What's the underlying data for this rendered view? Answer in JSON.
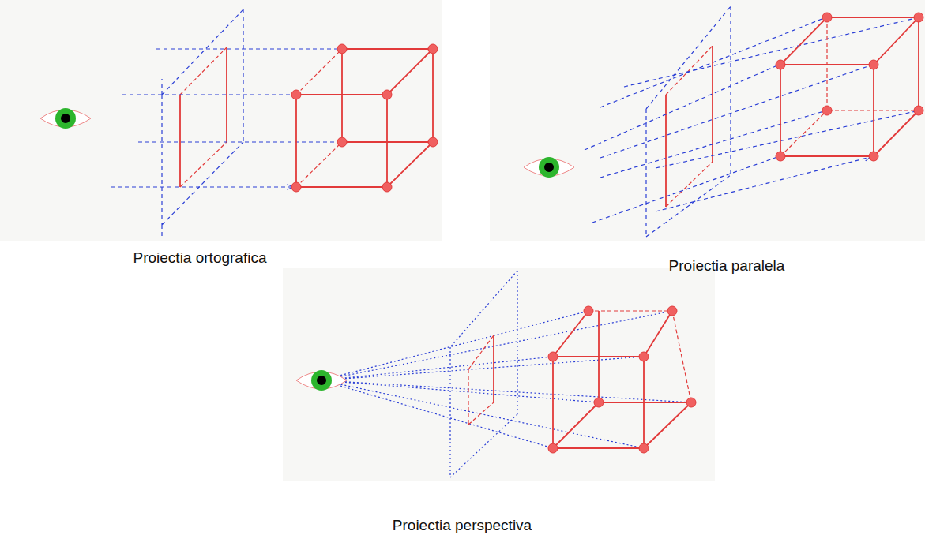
{
  "diagram": {
    "labels": [
      "Proiectia ortografica",
      "Proiectia paralela",
      "Proiectia perspectiva"
    ]
  }
}
